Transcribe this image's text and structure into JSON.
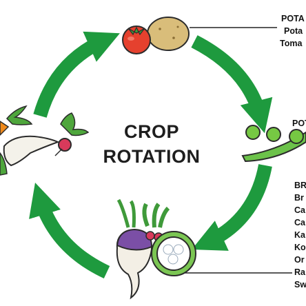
{
  "title": {
    "line1": "CROP",
    "line2": "ROTATION"
  },
  "groups": {
    "top_right": {
      "header": "POTA",
      "items": [
        "Pota",
        "Toma"
      ]
    },
    "mid_right": {
      "header": "POTA"
    },
    "bottom_right": {
      "header": "BR",
      "items": [
        "Br",
        "Ca",
        "Ca",
        "Ka",
        "Ko",
        "Or",
        "Ra",
        "Sw"
      ]
    }
  },
  "colors": {
    "arrow": "#1e9a3e",
    "text": "#1e1e1e"
  },
  "icons": [
    "tomato-icon",
    "potato-icon",
    "pea-pod-icon",
    "turnip-icon",
    "cauliflower-icon",
    "radish-icon",
    "carrot-icon",
    "parsnip-icon"
  ]
}
